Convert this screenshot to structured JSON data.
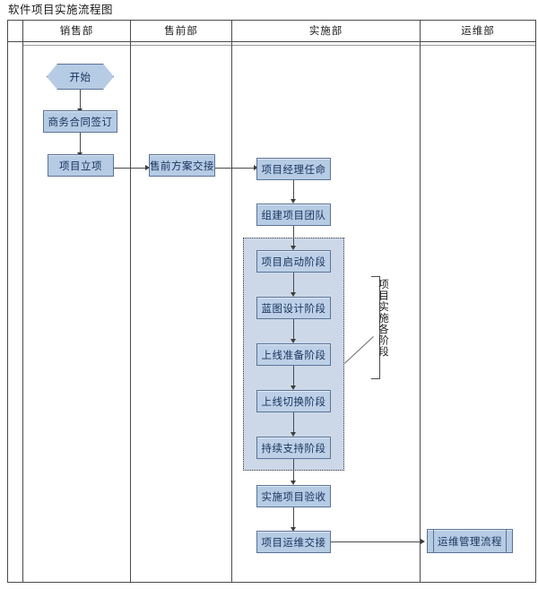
{
  "title": "软件项目实施流程图",
  "lanes": [
    {
      "id": "spacer",
      "label": ""
    },
    {
      "id": "sales",
      "label": "销售部"
    },
    {
      "id": "presales",
      "label": "售前部"
    },
    {
      "id": "implementation",
      "label": "实施部"
    },
    {
      "id": "operations",
      "label": "运维部"
    }
  ],
  "nodes": {
    "start": {
      "label": "开始",
      "shape": "hexagon"
    },
    "contract": {
      "label": "商务合同签订",
      "shape": "process"
    },
    "project_setup": {
      "label": "项目立项",
      "shape": "process"
    },
    "presales_handover": {
      "label": "售前方案交接",
      "shape": "process"
    },
    "pm_appointment": {
      "label": "项目经理任命",
      "shape": "process"
    },
    "team_build": {
      "label": "组建项目团队",
      "shape": "process"
    },
    "phase_kickoff": {
      "label": "项目启动阶段",
      "shape": "process"
    },
    "phase_blueprint": {
      "label": "蓝图设计阶段",
      "shape": "process"
    },
    "phase_golive_prep": {
      "label": "上线准备阶段",
      "shape": "process"
    },
    "phase_cutover": {
      "label": "上线切换阶段",
      "shape": "process"
    },
    "phase_support": {
      "label": "持续支持阶段",
      "shape": "process"
    },
    "acceptance": {
      "label": "实施项目验收",
      "shape": "process"
    },
    "ops_handover": {
      "label": "项目运维交接",
      "shape": "process"
    },
    "ops_process": {
      "label": "运维管理流程",
      "shape": "predefined-process"
    }
  },
  "annotation": {
    "bracket_label": "项目实施各阶段"
  },
  "colors": {
    "node_fill": "#b6cbe4",
    "node_border": "#5b7396",
    "phase_container_fill": "#ccd8e8",
    "phase_container_border": "#3b3b3b",
    "grid_line": "#4a4a4a",
    "connector": "#3d3d3d",
    "text": "#16325c"
  }
}
